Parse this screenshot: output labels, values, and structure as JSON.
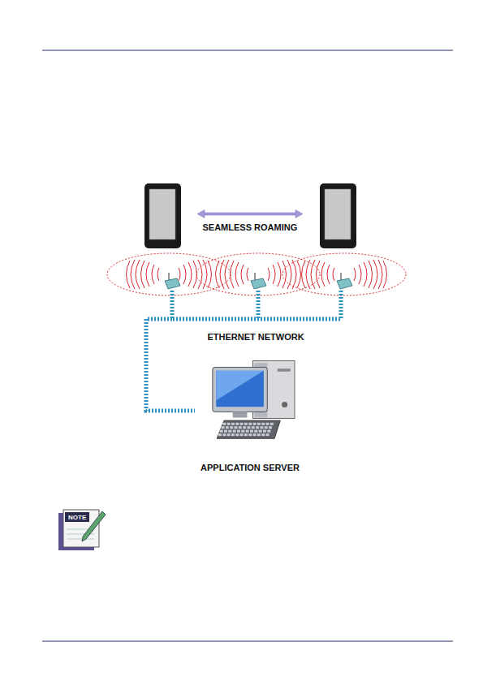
{
  "diagram": {
    "nodes": [
      {
        "text": [
          "APPLICATION SERVER"
        ]
      }
    ],
    "labels": [
      "SEAMLESS ROAMING",
      "ETHERNET NETWORK",
      "NOTE"
    ]
  }
}
